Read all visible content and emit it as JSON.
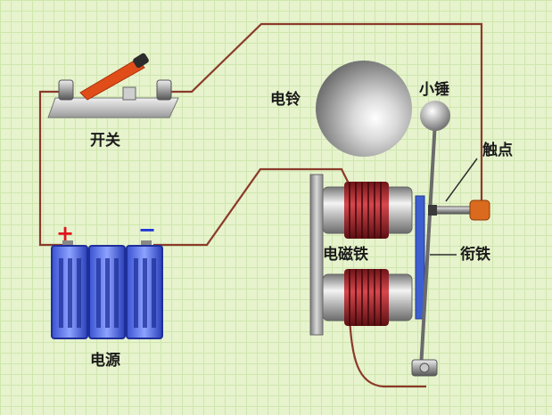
{
  "labels": {
    "switch": "开关",
    "battery": "电源",
    "bell": "电铃",
    "hammer": "小锤",
    "contact": "触点",
    "electromagnet": "电磁铁",
    "armature": "衔铁"
  },
  "polarity": {
    "positive": "+",
    "negative": "−"
  },
  "colors": {
    "wire": "#8b3a2a",
    "coil": "#b8262c",
    "battery_cell": "#2f47c6",
    "armature": "#3d5fd0",
    "lever": "#e04d18",
    "background": "#e6f3cd"
  }
}
